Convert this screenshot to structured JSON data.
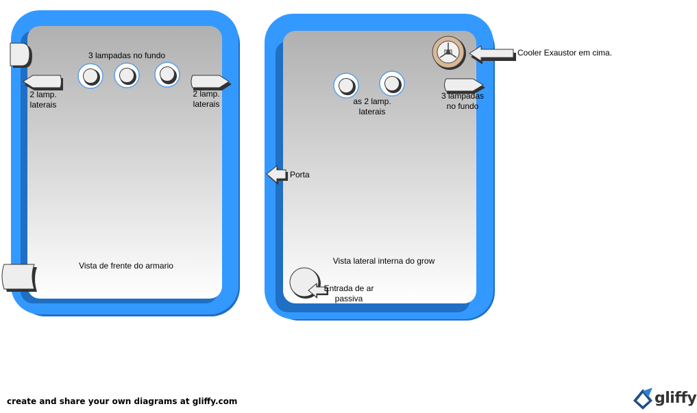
{
  "colors": {
    "frame_blue": "#3399ff",
    "frame_shadow": "#1f6fc4",
    "panel_top": "#b0b0b0",
    "panel_bottom": "#ffffff",
    "shape_fill": "#eeeeee",
    "shape_stroke": "#333333",
    "lamp_ring": "#5aa0e8",
    "cooler_fill": "#d9b897"
  },
  "front_view": {
    "top_lamps_label": "3 lampadas no fundo",
    "left_lamps_label": [
      "2 lamp.",
      "laterais"
    ],
    "right_lamps_label": [
      "2 lamp.",
      "laterais"
    ],
    "title": "Vista de frente do armario"
  },
  "side_view": {
    "cooler_label": "Cooler Exaustor em cima.",
    "back_lamps_label": [
      "3 lampadas",
      "no fundo"
    ],
    "side_lamps_label": [
      "as 2 lamp.",
      "laterais"
    ],
    "door_label": "Porta",
    "title": "Vista lateral interna do grow",
    "air_intake_label": [
      "Entrada de ar",
      "passiva"
    ]
  },
  "footer": {
    "text": "create and share your own diagrams at gliffy.com",
    "brand": "gliffy"
  }
}
